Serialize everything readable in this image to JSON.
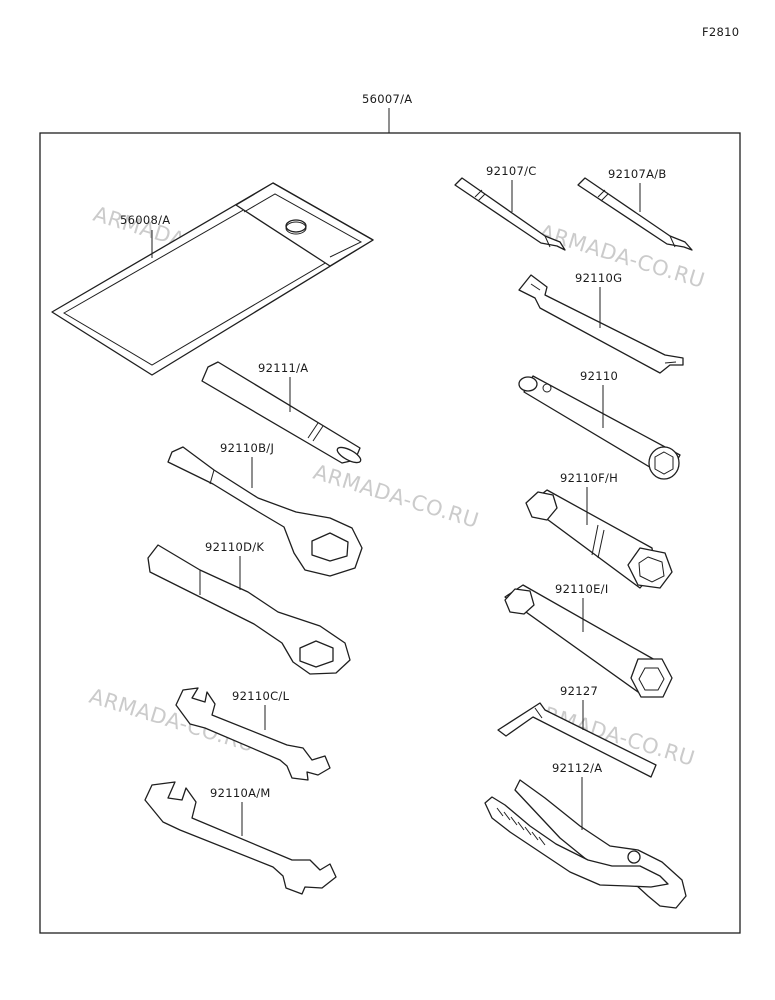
{
  "figure_code": "F2810",
  "assembly_label": "56007/A",
  "watermark": "ARMADA-CO.RU",
  "parts": [
    {
      "id": "pouch",
      "number": "56008/A"
    },
    {
      "id": "bit-c",
      "number": "92107/C"
    },
    {
      "id": "bit-ab",
      "number": "92107A/B"
    },
    {
      "id": "wrench-g",
      "number": "92110G"
    },
    {
      "id": "handle",
      "number": "92111/A"
    },
    {
      "id": "socket-plain",
      "number": "92110"
    },
    {
      "id": "ring-bj",
      "number": "92110B/J"
    },
    {
      "id": "socket-fh",
      "number": "92110F/H"
    },
    {
      "id": "ring-dk",
      "number": "92110D/K"
    },
    {
      "id": "socket-ei",
      "number": "92110E/I"
    },
    {
      "id": "hex-key",
      "number": "92127"
    },
    {
      "id": "open-cl",
      "number": "92110C/L"
    },
    {
      "id": "pliers",
      "number": "92112/A"
    },
    {
      "id": "open-am",
      "number": "92110A/M"
    }
  ]
}
